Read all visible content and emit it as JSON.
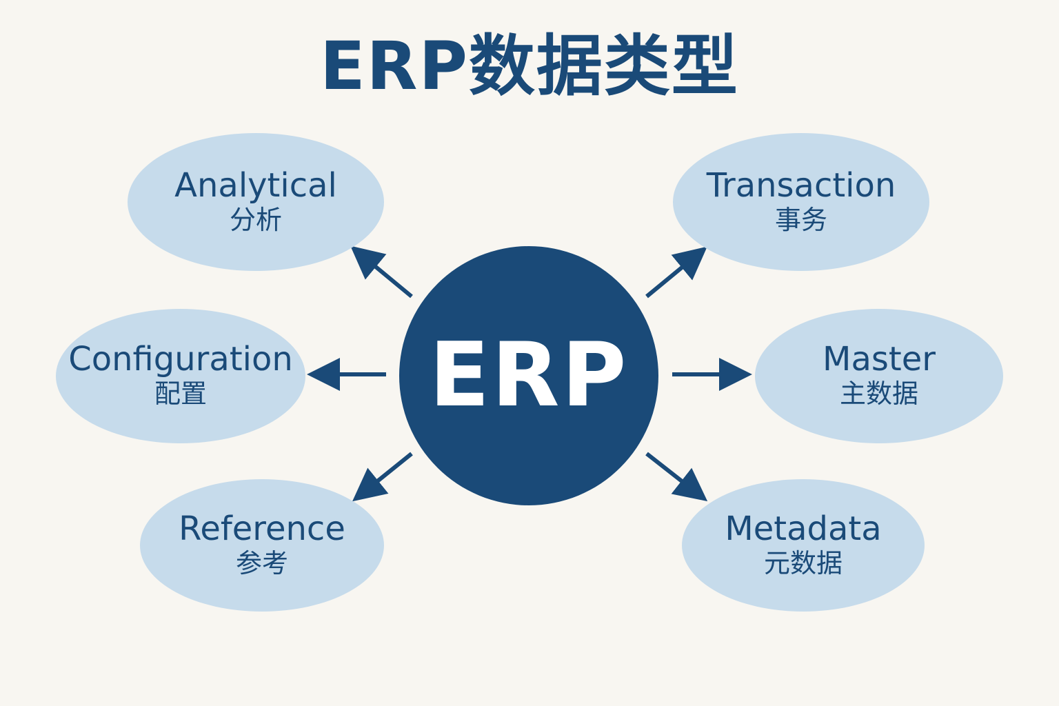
{
  "title": "ERP数据类型",
  "center_label": "ERP",
  "colors": {
    "background": "#f8f6f1",
    "center_fill": "#1a4a78",
    "node_fill": "#c6dbeb",
    "text": "#1a4a78",
    "arrow": "#1a4a78"
  },
  "nodes": [
    {
      "en": "Analytical",
      "zh": "分析"
    },
    {
      "en": "Configuration",
      "zh": "配置"
    },
    {
      "en": "Reference",
      "zh": "参考"
    },
    {
      "en": "Transaction",
      "zh": "事务"
    },
    {
      "en": "Master",
      "zh": "主数据"
    },
    {
      "en": "Metadata",
      "zh": "元数据"
    }
  ]
}
